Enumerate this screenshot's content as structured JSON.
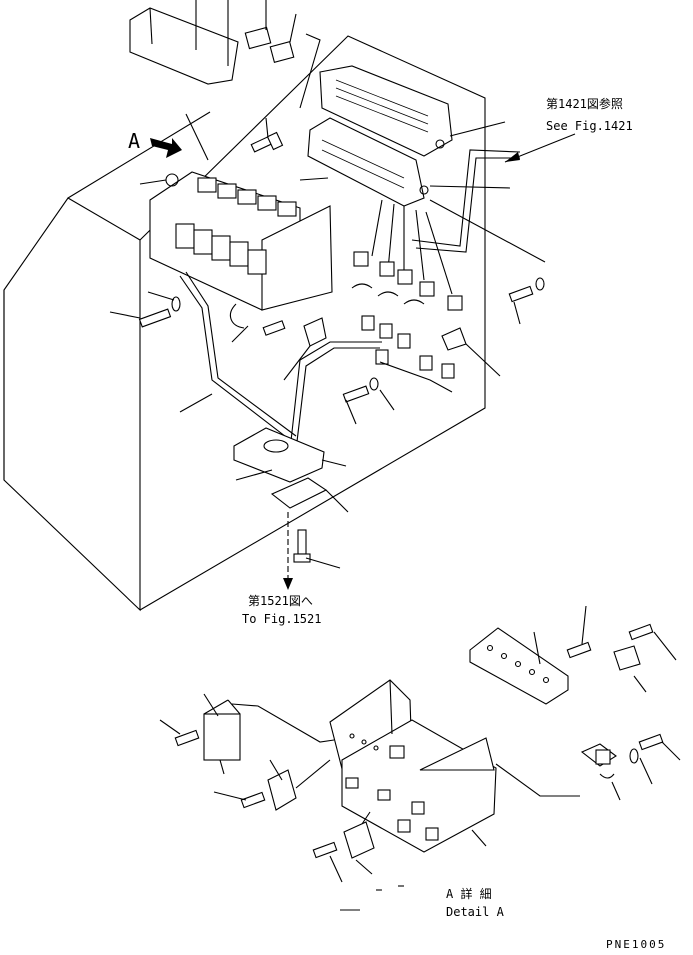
{
  "callouts": {
    "view_marker": "A",
    "ref_top_jp": "第1421図参照",
    "ref_top_en": "See Fig.1421",
    "ref_bottom_jp": "第1521図へ",
    "ref_bottom_en": "To Fig.1521",
    "detail_jp": "A 詳 細",
    "detail_en": "Detail A"
  },
  "drawing_code": "PNE1005",
  "colors": {
    "line": "#000000",
    "background": "#ffffff"
  }
}
